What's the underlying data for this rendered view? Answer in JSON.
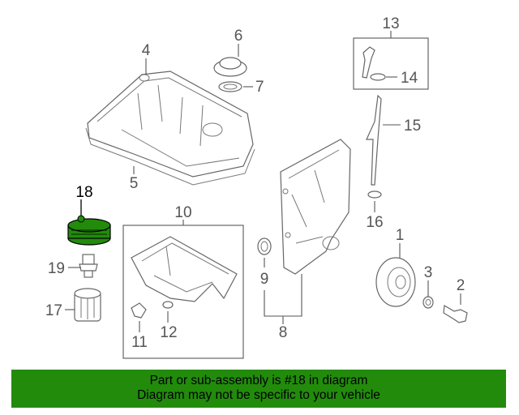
{
  "callouts": {
    "n1": "1",
    "n2": "2",
    "n3": "3",
    "n4": "4",
    "n5": "5",
    "n6": "6",
    "n7": "7",
    "n8": "8",
    "n9": "9",
    "n10": "10",
    "n11": "11",
    "n12": "12",
    "n13": "13",
    "n14": "14",
    "n15": "15",
    "n16": "16",
    "n17": "17",
    "n18": "18",
    "n19": "19"
  },
  "highlight": {
    "part_number": "18",
    "color": "#228b0c"
  },
  "banner": {
    "line1": "Part or sub-assembly is #18 in diagram",
    "line2": "Diagram may not be specific to your vehicle",
    "background": "#228b0c"
  }
}
